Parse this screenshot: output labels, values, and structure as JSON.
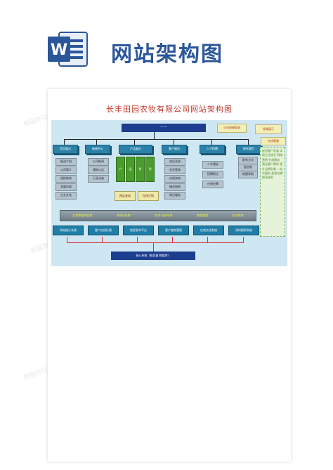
{
  "header": {
    "doc_title": "网站架构图",
    "icon_letter": "W"
  },
  "colors": {
    "word_blue": "#2b579a",
    "canvas_bg": "#cfe6f3",
    "category_blue": "#2a82a8",
    "title_red": "#c0392b"
  },
  "diagram": {
    "title": "长丰田园农牧有限公司网站架构图",
    "top_bar": "——",
    "top_right_boxes": [
      "企业邮箱登录",
      "视频展示"
    ],
    "categories": [
      {
        "label": "首页展示",
        "items": [
          "配送介绍",
          "公司简介",
          "组织结构",
          "发展历程",
          "企业文化"
        ]
      },
      {
        "label": "新闻中心",
        "items": [
          "公司新闻",
          "通知公告",
          "行业动态"
        ]
      },
      {
        "label": "产品展示",
        "items": [
          "产",
          "品",
          "系",
          "列"
        ],
        "bottom": [
          "网店查询",
          "在线订购"
        ]
      },
      {
        "label": "客户服务",
        "items": [
          "会员注册",
          "会员登录",
          "在线咨询",
          "服务指南",
          "常见服务"
        ]
      },
      {
        "label": "人才招聘",
        "items": [
          "人才理念",
          "招聘职位",
          "在线应聘"
        ]
      },
      {
        "label": "联系我们",
        "items": [
          "联系方式",
          "留言板",
          "地图导航"
        ]
      }
    ],
    "side_panel": {
      "label": "在线客服",
      "text": "促进客户发展 实现企业增长 网络营销 在线服务 满足客户需求 提升品牌形象 一站式服务 加强沟通 提高效率"
    },
    "platform": [
      "信息数据库管理",
      "多网站系统",
      "技术·支持平台",
      "数据管理",
      "安全机制"
    ],
    "services": [
      "网站统计系统",
      "客户在线反馈",
      "信息发布平台",
      "客户服务管理",
      "在线交流系统",
      "资料搜索系统"
    ],
    "core": "核心系统（服务器 数据库）"
  }
}
